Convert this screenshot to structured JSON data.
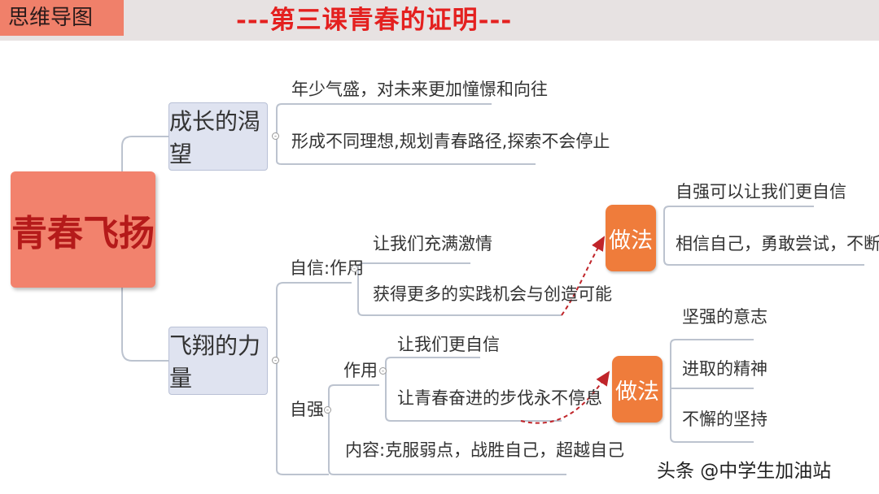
{
  "header": {
    "tag": "思维导图",
    "title": "---第三课青春的证明---"
  },
  "mindmap": {
    "root": "青春飞扬",
    "branch1": {
      "label": "成长的渴望",
      "items": [
        "年少气盛，对未来更加憧憬和向往",
        "形成不同理想,规划青春路径,探索不会停止"
      ]
    },
    "branch2": {
      "label": "飞翔的力量",
      "confidence": {
        "label": "自信:作用",
        "items": [
          "让我们充满激情",
          "获得更多的实践机会与创造可能"
        ],
        "action": {
          "label": "做法",
          "items": [
            "自强可以让我们更自信",
            "相信自己，勇敢尝试，不断进步"
          ]
        }
      },
      "selfstrength": {
        "label": "自强",
        "role_label": "作用",
        "role_items": [
          "让我们更自信",
          "让青春奋进的步伐永不停息"
        ],
        "content": "内容:克服弱点，战胜自己，超越自己",
        "action": {
          "label": "做法",
          "items": [
            "坚强的意志",
            "进取的精神",
            "不懈的坚持"
          ]
        }
      }
    }
  },
  "watermark": "头条 @中学生加油站",
  "colors": {
    "root_fill": "#f2826d",
    "root_text": "#b51a1a",
    "title_text": "#e4201f",
    "action_fill": "#ef7c3b",
    "branch_fill": "#dfe3f0",
    "dashed_arrow": "#c0252a"
  }
}
